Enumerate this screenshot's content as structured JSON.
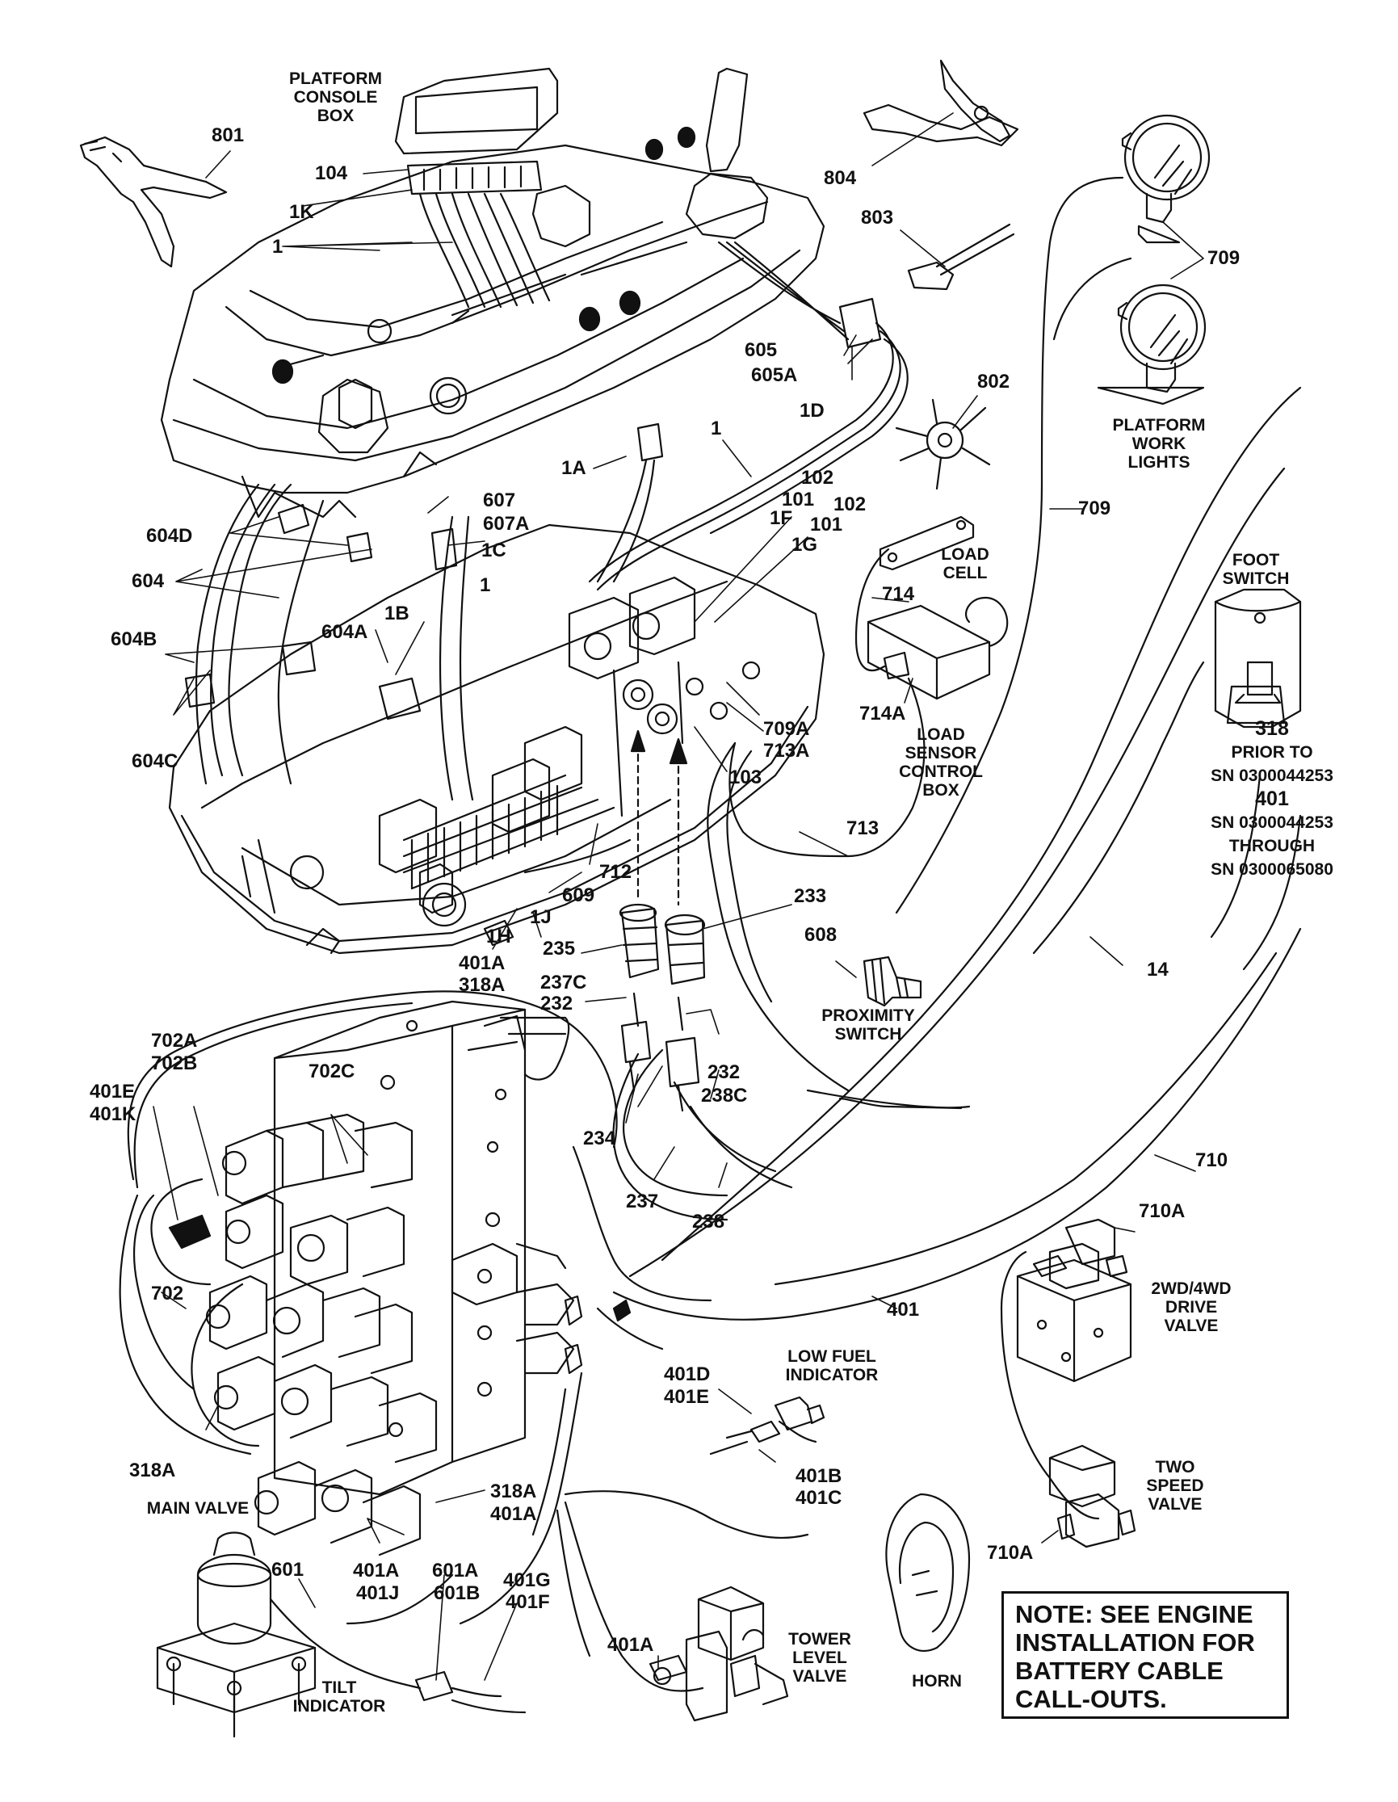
{
  "diagram": {
    "captions": {
      "platform_console_box": [
        "PLATFORM",
        "CONSOLE",
        "BOX"
      ],
      "platform_work_lights": [
        "PLATFORM",
        "WORK",
        "LIGHTS"
      ],
      "load_cell": [
        "LOAD",
        "CELL"
      ],
      "foot_switch": [
        "FOOT",
        "SWITCH"
      ],
      "load_sensor_control_box": [
        "LOAD",
        "SENSOR",
        "CONTROL",
        "BOX"
      ],
      "proximity_switch": [
        "PROXIMITY",
        "SWITCH"
      ],
      "drive_valve": [
        "2WD/4WD",
        "DRIVE",
        "VALVE"
      ],
      "low_fuel_indicator": [
        "LOW FUEL",
        "INDICATOR"
      ],
      "two_speed_valve": [
        "TWO",
        "SPEED",
        "VALVE"
      ],
      "main_valve": [
        "MAIN VALVE"
      ],
      "tower_level_valve": [
        "TOWER",
        "LEVEL",
        "VALVE"
      ],
      "horn": [
        "HORN"
      ],
      "tilt_indicator": [
        "TILT",
        "INDICATOR"
      ],
      "serial_note": [
        "318",
        "PRIOR TO",
        "SN 0300044253",
        "401",
        "SN 0300044253",
        "THROUGH",
        "SN 0300065080"
      ]
    },
    "callouts": {
      "c801": "801",
      "c104": "104",
      "c1k": "1K",
      "c1a_top": "1",
      "c804": "804",
      "c803": "803",
      "c709_top": "709",
      "c605": "605",
      "c605a": "605A",
      "c1d": "1D",
      "c802": "802",
      "c1_mid": "1",
      "c1a": "1A",
      "c102a": "102",
      "c101a": "101",
      "c102b": "102",
      "c101b": "101",
      "c1f": "1F",
      "c1g": "1G",
      "c709_mid": "709",
      "c607": "607",
      "c607a": "607A",
      "c1c": "1C",
      "c604d": "604D",
      "c604": "604",
      "c604b": "604B",
      "c604a": "604A",
      "c1b": "1B",
      "c1_box": "1",
      "c604c": "604C",
      "c714": "714",
      "c714a": "714A",
      "c709a": "709A",
      "c713a": "713A",
      "c103": "103",
      "c713": "713",
      "c712": "712",
      "c609": "609",
      "c1h": "1H",
      "c1j": "1J",
      "c233": "233",
      "c608": "608",
      "c235": "235",
      "c401a_top": "401A",
      "c318a_top": "318A",
      "c237c": "237C",
      "c232a": "232",
      "c14": "14",
      "c702a": "702A",
      "c702b": "702B",
      "c401e_l": "401E",
      "c401k": "401K",
      "c702c": "702C",
      "c232b": "232",
      "c238c": "238C",
      "c234": "234",
      "c237": "237",
      "c238": "238",
      "c710": "710",
      "c710a_top": "710A",
      "c702": "702",
      "c401_mid": "401",
      "c401d": "401D",
      "c401e": "401E",
      "c401b": "401B",
      "c401c": "401C",
      "c318a_l": "318A",
      "c318a_r": "318A",
      "c401a_r": "401A",
      "c710a_bot": "710A",
      "c601": "601",
      "c401a_b": "401A",
      "c401j": "401J",
      "c601a": "601A",
      "c601b": "601B",
      "c401g": "401G",
      "c401f": "401F",
      "c401a_tv": "401A"
    },
    "note": [
      "NOTE: SEE ENGINE",
      "INSTALLATION FOR",
      "BATTERY CABLE",
      "CALL-OUTS."
    ]
  }
}
